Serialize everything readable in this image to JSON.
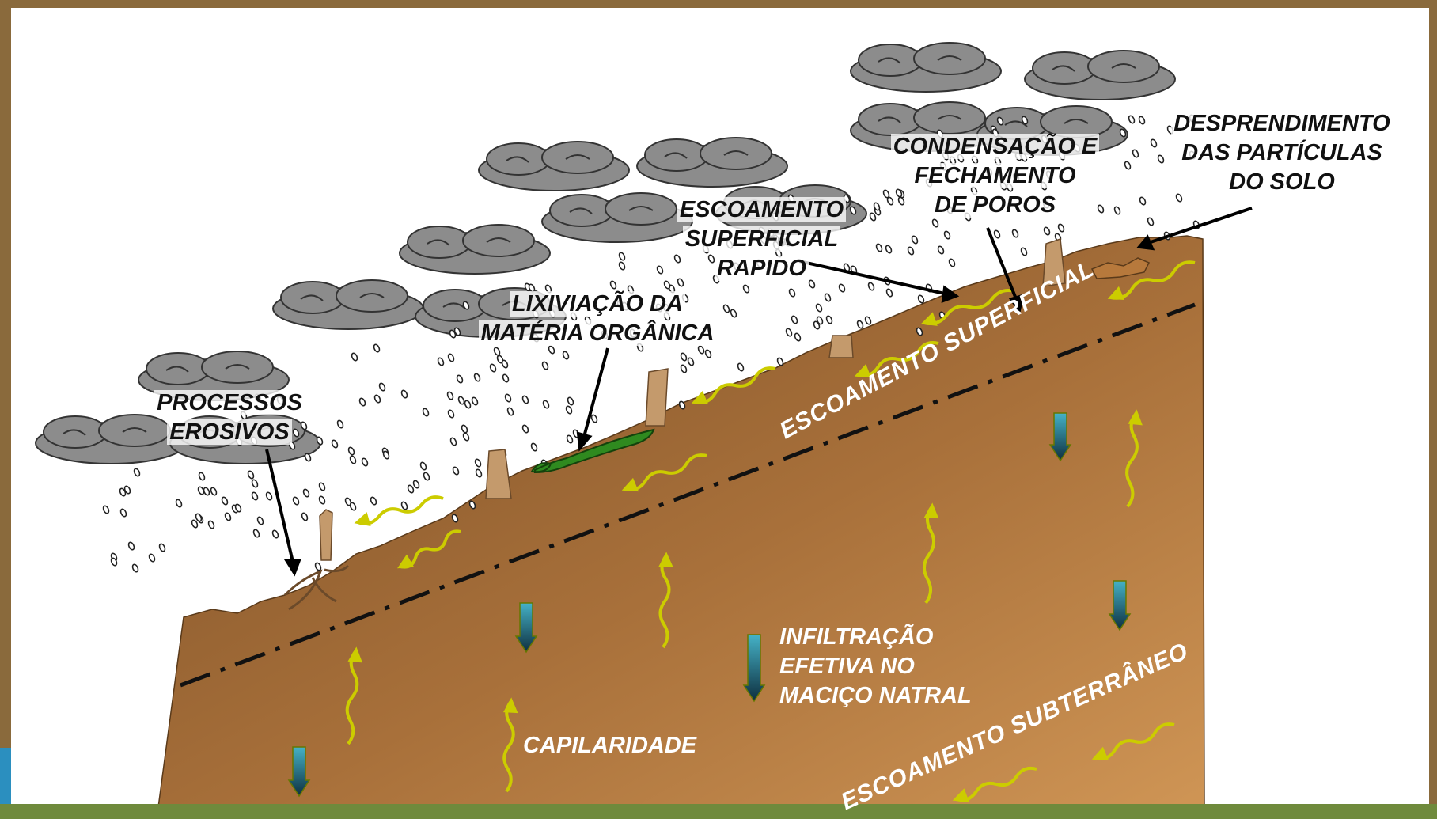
{
  "labels": {
    "processos_erosivos": [
      "PROCESSOS",
      "EROSIVOS"
    ],
    "lixiviacao": [
      "LIXIVIAÇÃO DA",
      "MATÉRIA ORGÂNICA"
    ],
    "escoamento_rapido": [
      "ESCOAMENTO",
      "SUPERFICIAL",
      "RAPIDO"
    ],
    "condensacao": [
      "CONDENSAÇÃO E",
      "FECHAMENTO",
      "DE POROS"
    ],
    "desprendimento": [
      "DESPRENDIMENTO",
      "DAS PARTÍCULAS",
      "DO SOLO"
    ],
    "escoamento_superficial": "ESCOAMENTO SUPERFICIAL",
    "infiltracao": [
      "INFILTRAÇÃO",
      "EFETIVA NO",
      "MACIÇO NATRAL"
    ],
    "capilaridade": "CAPILARIDADE",
    "escoamento_subterraneo": "ESCOAMENTO SUBTERRÂNEO"
  },
  "colors": {
    "frame": "#8a6a3c",
    "soil_light": "#c48b4e",
    "soil_dark": "#7a4f27",
    "cloud": "#8c8c8c",
    "flow_arrow": "#cccc00",
    "infiltration_arrow": "#1f7a99",
    "vegetation": "#2f8a1f",
    "trunk": "#c49a6c"
  }
}
